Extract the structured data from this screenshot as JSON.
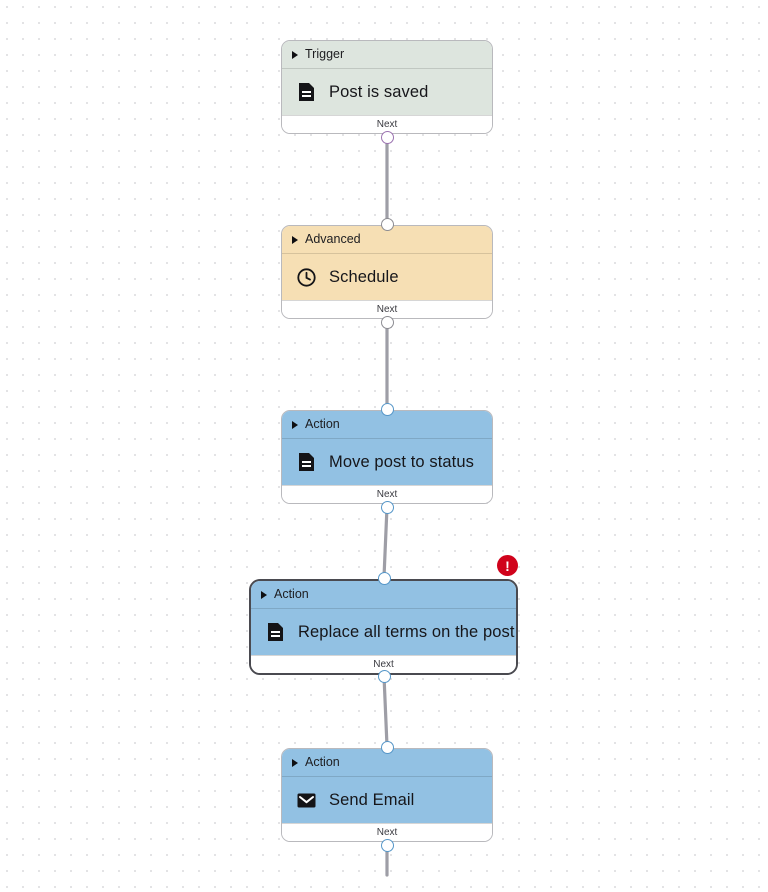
{
  "canvas": {
    "background_color": "#ffffff",
    "grid_dot_color": "#e3e3e5",
    "grid_spacing": "16"
  },
  "palette": {
    "trigger_fill": "#dde5de",
    "advanced_fill": "#f6dfb4",
    "action_fill": "#92c1e3",
    "node_border": "#b9b9bd",
    "selected_border": "#4a4a50",
    "footer_fill": "#ffffff",
    "edge_color": "#9e9ea6",
    "port_purple": "#9b72b0",
    "port_gray": "#8c8c92",
    "port_blue": "#5596c8",
    "error_red": "#d0021b"
  },
  "nodes": [
    {
      "id": "trigger-post-is-saved",
      "category": "Trigger",
      "title": "Post is saved",
      "icon": "document-icon",
      "footer_label": "Next",
      "theme": "trigger",
      "selected": false
    },
    {
      "id": "advanced-schedule",
      "category": "Advanced",
      "title": "Schedule",
      "icon": "clock-icon",
      "footer_label": "Next",
      "theme": "advanced",
      "selected": false
    },
    {
      "id": "action-move-post-to-status",
      "category": "Action",
      "title": "Move post to status",
      "icon": "document-icon",
      "footer_label": "Next",
      "theme": "action",
      "selected": false
    },
    {
      "id": "action-replace-all-terms",
      "category": "Action",
      "title": "Replace all terms on the post",
      "icon": "document-icon",
      "footer_label": "Next",
      "theme": "action",
      "selected": true,
      "badge": "error-badge"
    },
    {
      "id": "action-send-email",
      "category": "Action",
      "title": "Send Email",
      "icon": "envelope-icon",
      "footer_label": "Next",
      "theme": "action",
      "selected": false
    }
  ]
}
